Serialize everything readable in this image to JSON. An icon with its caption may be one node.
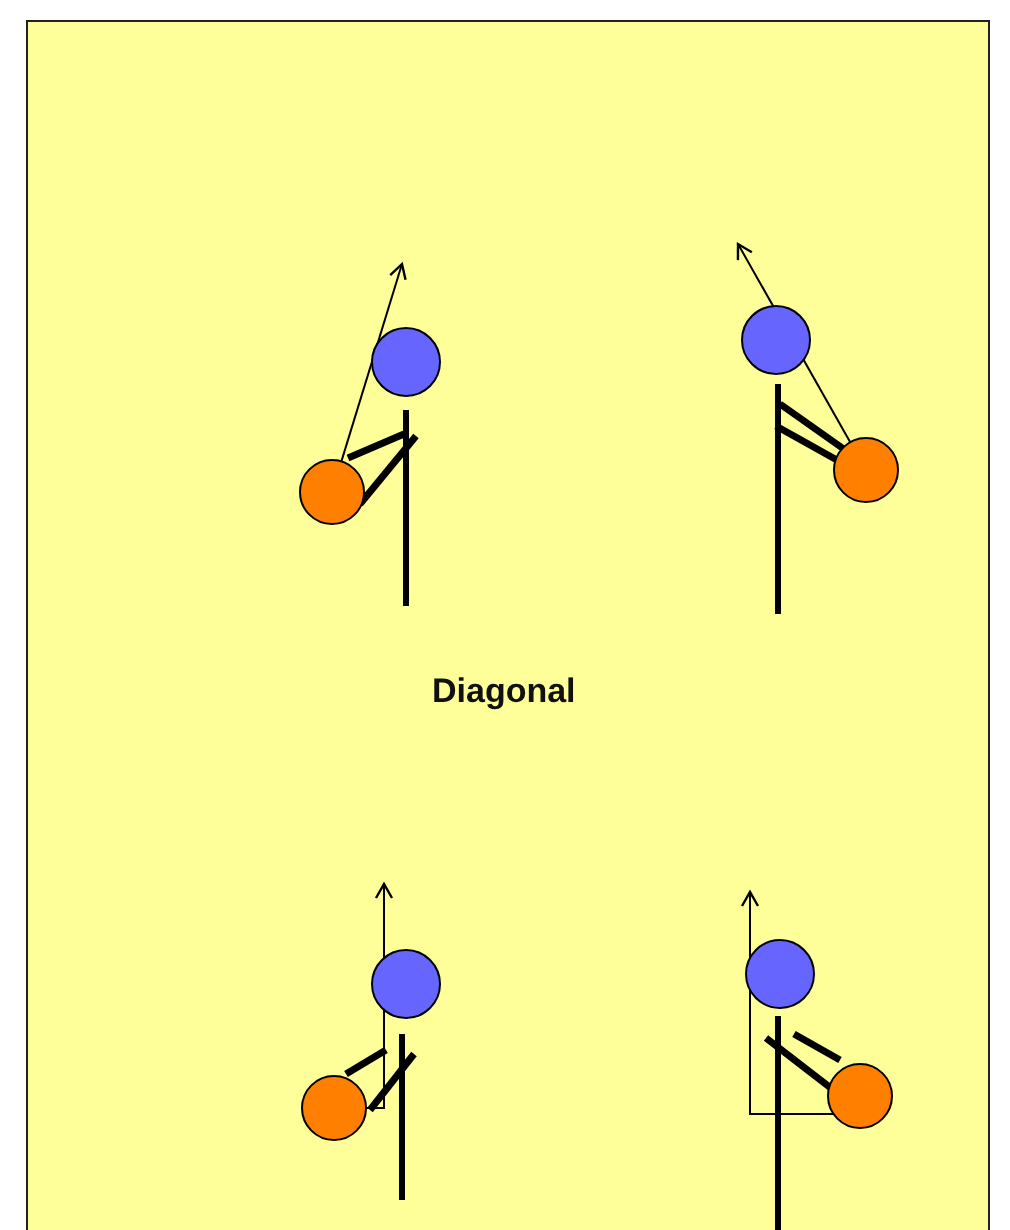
{
  "diagram": {
    "nodes": [
      {
        "text": [],
        "shape": "circle"
      },
      {
        "text": [],
        "shape": "circle"
      },
      {
        "text": [],
        "shape": "circle"
      },
      {
        "text": [],
        "shape": "circle"
      },
      {
        "text": [],
        "shape": "circle"
      },
      {
        "text": [],
        "shape": "circle"
      },
      {
        "text": [],
        "shape": "circle"
      },
      {
        "text": [],
        "shape": "circle"
      }
    ],
    "edges": [
      {
        "from": 1,
        "to": null,
        "arrow": "to"
      },
      {
        "from": 3,
        "to": null,
        "arrow": "to"
      },
      {
        "from": 5,
        "to": null,
        "arrow": "to"
      },
      {
        "from": 7,
        "to": null,
        "arrow": "to"
      }
    ],
    "labels": [
      "Diagonal"
    ]
  }
}
